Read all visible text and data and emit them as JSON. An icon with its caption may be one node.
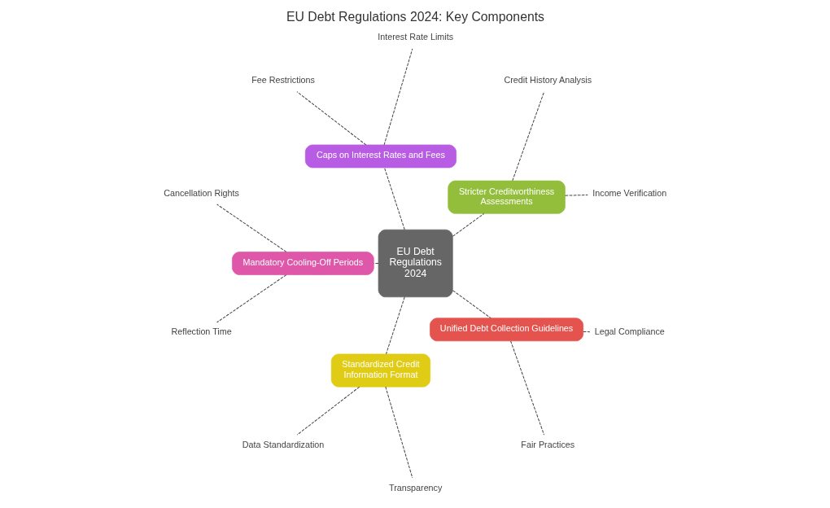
{
  "diagram": {
    "title": "EU Debt Regulations 2024: Key Components",
    "nodes": [
      {
        "text": [
          "EU Debt Regulations 2024"
        ]
      },
      {
        "text": [
          "Stricter Creditworthiness Assessments"
        ]
      },
      {
        "text": [
          "Income Verification"
        ]
      },
      {
        "text": [
          "Credit History Analysis"
        ]
      },
      {
        "text": [
          "Caps on Interest Rates and Fees"
        ]
      },
      {
        "text": [
          "Interest Rate Limits"
        ]
      },
      {
        "text": [
          "Fee Restrictions"
        ]
      },
      {
        "text": [
          "Mandatory Cooling-Off Periods"
        ]
      },
      {
        "text": [
          "Cancellation Rights"
        ]
      },
      {
        "text": [
          "Reflection Time"
        ]
      },
      {
        "text": [
          "Standardized Credit Information Format"
        ]
      },
      {
        "text": [
          "Data Standardization"
        ]
      },
      {
        "text": [
          "Transparency"
        ]
      },
      {
        "text": [
          "Unified Debt Collection Guidelines"
        ]
      },
      {
        "text": [
          "Fair Practices"
        ]
      },
      {
        "text": [
          "Legal Compliance"
        ]
      }
    ],
    "edges": [
      {
        "from": 0,
        "to": 1,
        "arrow": "none",
        "style": "dashed"
      },
      {
        "from": 1,
        "to": 2,
        "arrow": "none",
        "style": "dashed"
      },
      {
        "from": 1,
        "to": 3,
        "arrow": "none",
        "style": "dashed"
      },
      {
        "from": 0,
        "to": 4,
        "arrow": "none",
        "style": "dashed"
      },
      {
        "from": 4,
        "to": 5,
        "arrow": "none",
        "style": "dashed"
      },
      {
        "from": 4,
        "to": 6,
        "arrow": "none",
        "style": "dashed"
      },
      {
        "from": 0,
        "to": 7,
        "arrow": "none",
        "style": "dashed"
      },
      {
        "from": 7,
        "to": 8,
        "arrow": "none",
        "style": "dashed"
      },
      {
        "from": 7,
        "to": 9,
        "arrow": "none",
        "style": "dashed"
      },
      {
        "from": 0,
        "to": 10,
        "arrow": "none",
        "style": "dashed"
      },
      {
        "from": 10,
        "to": 11,
        "arrow": "none",
        "style": "dashed"
      },
      {
        "from": 10,
        "to": 12,
        "arrow": "none",
        "style": "dashed"
      },
      {
        "from": 0,
        "to": 13,
        "arrow": "none",
        "style": "dashed"
      },
      {
        "from": 13,
        "to": 14,
        "arrow": "none",
        "style": "dashed"
      },
      {
        "from": 13,
        "to": 15,
        "arrow": "none",
        "style": "dashed"
      }
    ]
  }
}
